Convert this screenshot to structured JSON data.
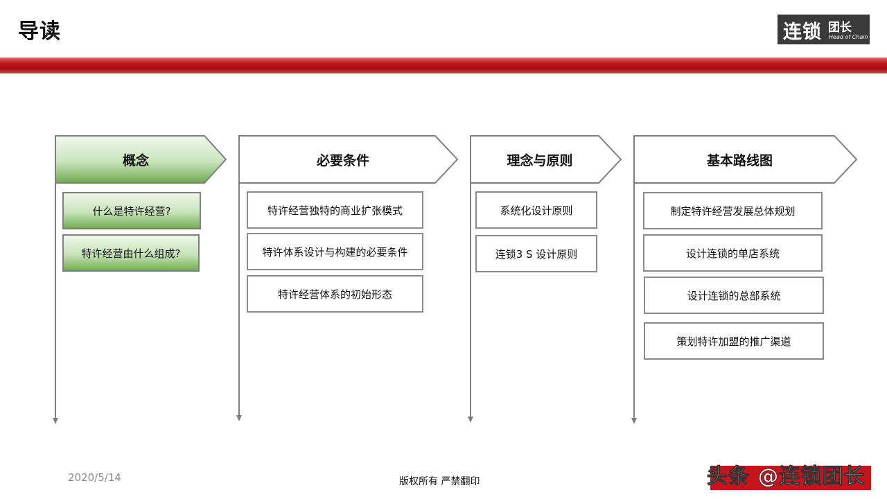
{
  "page": {
    "title": "导读"
  },
  "logo": {
    "main": "连锁",
    "side": "团长",
    "tagline": "Head of Chain"
  },
  "columns": [
    {
      "header": "概念",
      "items": [
        "什么是特许经营?",
        "特许经营由什么组成?"
      ]
    },
    {
      "header": "必要条件",
      "items": [
        "特许经营独特的商业扩张模式",
        "特许体系设计与构建的必要条件",
        "特许经营体系的初始形态"
      ]
    },
    {
      "header": "理念与原则",
      "items": [
        "系统化设计原则",
        "连锁3 S 设计原则"
      ]
    },
    {
      "header": "基本路线图",
      "items": [
        "制定特许经营发展总体规划",
        "设计连锁的单店系统",
        "设计连锁的总部系统",
        "策划特许加盟的推广渠道"
      ]
    }
  ],
  "footer": {
    "date": "2020/5/14",
    "copyright": "版权所有  严禁翻印"
  },
  "watermark": {
    "text": "头条 @连锁团长"
  },
  "colors": {
    "accent_red": "#c3161f",
    "highlight_green": "#73ad55",
    "line_gray": "#7f7f7f"
  }
}
